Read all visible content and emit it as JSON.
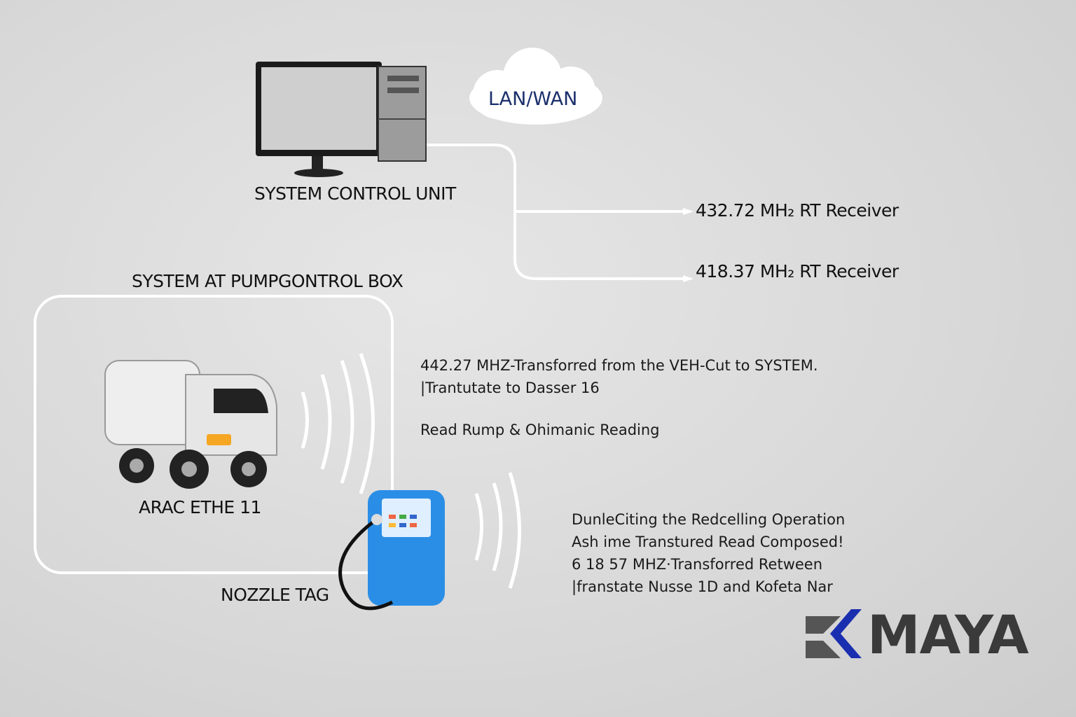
{
  "cloud": {
    "label": "LAN/WAN"
  },
  "control_unit": {
    "label": "SYSTEM CONTROL UNIT"
  },
  "receivers": [
    {
      "label": "432.72 MH₂ RT Receiver"
    },
    {
      "label": "418.37 MH₂ RT Receiver"
    }
  ],
  "pump_box": {
    "label": "SYSTEM AT PUMPGONTROL BOX"
  },
  "vehicle": {
    "label": "ARAC ETHE 11"
  },
  "nozzle": {
    "label": "NOZZLE TAG"
  },
  "notes_top": [
    "442.27 MHZ-Transforred from the VEH-Cut to SYSTEM.",
    "|Trantutate to Dasser 16",
    "",
    "Read Rump & Ohimanic Reading"
  ],
  "notes_bottom": [
    "DunleCiting the Redcelling Operation",
    "Ash ime Transtured Read Composed!",
    "6 18 57 MHZ·Transforred Retween",
    "|franstate Nusse 1D and Kofeta Nar"
  ],
  "logo": {
    "text": "MAYA",
    "accent": "#1a2fb0"
  }
}
